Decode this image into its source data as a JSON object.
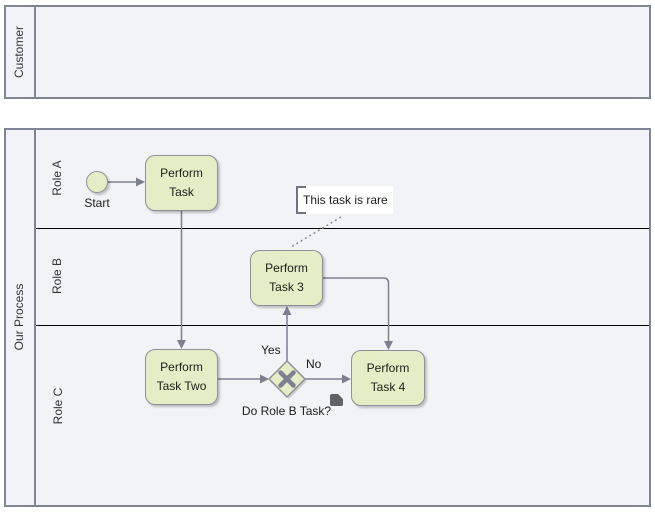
{
  "diagram": {
    "pools": [
      {
        "title": "Customer",
        "lanes": []
      },
      {
        "title": "Our Process",
        "lanes": [
          "Role A",
          "Role B",
          "Role C"
        ]
      }
    ],
    "nodes": {
      "start": {
        "label": "Start"
      },
      "task_perform": {
        "label": "Perform Task"
      },
      "task_two": {
        "label": "Perform Task Two"
      },
      "task_three": {
        "label": "Perform Task 3"
      },
      "task_four": {
        "label": "Perform Task 4"
      }
    },
    "gateway": {
      "question": "Do Role B Task?"
    },
    "flow_labels": {
      "yes": "Yes",
      "no": "No"
    },
    "annotation": {
      "text": "This task is rare"
    }
  },
  "colors": {
    "pool_background": "#f2f3f7",
    "pool_border": "#7f8496",
    "lane_divider": "#000000",
    "shape_fill": "#e4edc6",
    "shape_border": "#8d9096",
    "connector": "#7b7f8e",
    "annotation_background": "#ffffff",
    "text": "#1c1c1c"
  }
}
